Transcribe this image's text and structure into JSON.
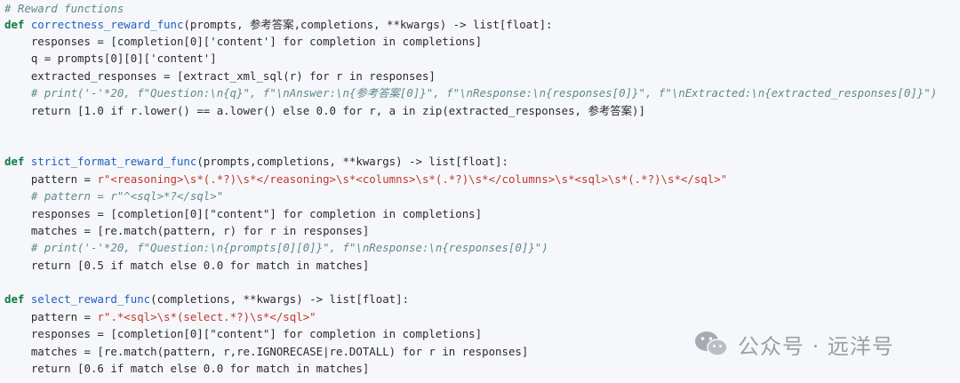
{
  "code": {
    "l1": "# Reward functions",
    "l2_def": "def ",
    "l2_fn": "correctness_reward_func",
    "l2_rest": "(prompts, 参考答案,completions, **kwargs) -> list[float]:",
    "l3": "    responses = [completion[0]['content'] for completion in completions]",
    "l4": "    q = prompts[0][0]['content']",
    "l5": "    extracted_responses = [extract_xml_sql(r) for r in responses]",
    "l6": "    # print('-'*20, f\"Question:\\n{q}\", f\"\\nAnswer:\\n{参考答案[0]}\", f\"\\nResponse:\\n{responses[0]}\", f\"\\nExtracted:\\n{extracted_responses[0]}\")",
    "l7": "    return [1.0 if r.lower() == a.lower() else 0.0 for r, a in zip(extracted_responses, 参考答案)]",
    "l8_def": "def ",
    "l8_fn": "strict_format_reward_func",
    "l8_rest": "(prompts,completions, **kwargs) -> list[float]:",
    "l9_a": "    pattern = ",
    "l9_s": "r\"<reasoning>\\s*(.*?)\\s*</reasoning>\\s*<columns>\\s*(.*?)\\s*</columns>\\s*<sql>\\s*(.*?)\\s*</sql>\"",
    "l10": "    # pattern = r\"^<sql>*?</sql>\"",
    "l11": "    responses = [completion[0][\"content\"] for completion in completions]",
    "l12": "    matches = [re.match(pattern, r) for r in responses]",
    "l13": "    # print('-'*20, f\"Question:\\n{prompts[0][0]}\", f\"\\nResponse:\\n{responses[0]}\")",
    "l14": "    return [0.5 if match else 0.0 for match in matches]",
    "l15_def": "def ",
    "l15_fn": "select_reward_func",
    "l15_rest": "(completions, **kwargs) -> list[float]:",
    "l16_a": "    pattern = ",
    "l16_s": "r\".*<sql>\\s*(select.*?)\\s*</sql>\"",
    "l17": "    responses = [completion[0][\"content\"] for completion in completions]",
    "l18": "    matches = [re.match(pattern, r,re.IGNORECASE|re.DOTALL) for r in responses]",
    "l19": "    return [0.6 if match else 0.0 for match in matches]"
  },
  "watermark": {
    "text": "公众号 · 远洋号",
    "icon": "wechat-icon"
  }
}
